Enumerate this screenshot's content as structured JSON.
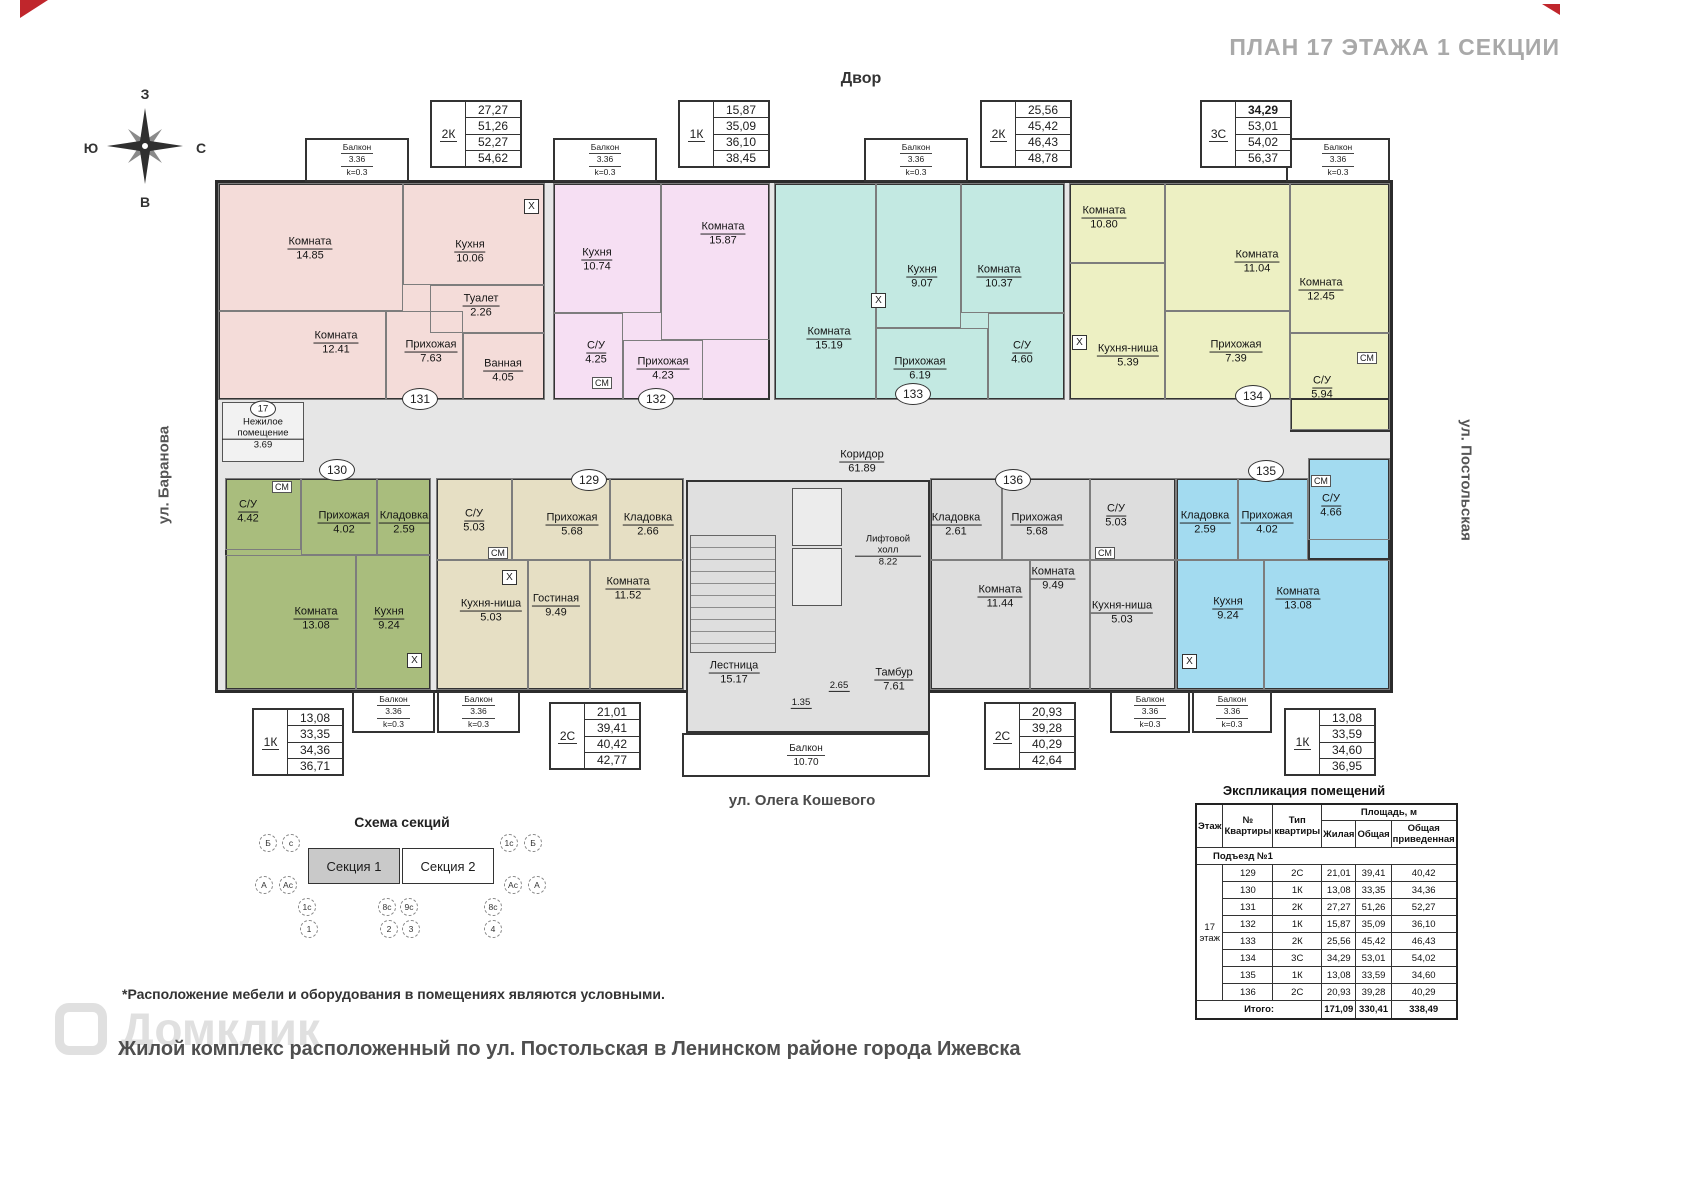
{
  "page": {
    "title": "ПЛАН 17 ЭТАЖА 1 СЕКЦИИ",
    "footnote": "*Расположение мебели и оборудования в помещениях являются условными.",
    "footer": "Жилой комплекс расположенный по ул. Постольская в Ленинском районе города Ижевска",
    "watermark": "Домклик"
  },
  "surroundings": {
    "top": "Двор",
    "left": "ул. Баранова",
    "right": "ул. Постольская",
    "bottom": "ул. Олега Кошевого"
  },
  "compass": {
    "top": "З",
    "left": "Ю",
    "right": "С",
    "bottom": "В"
  },
  "balcony": {
    "name": "Балкон",
    "area": "3.36",
    "k": "k=0.3"
  },
  "central_balcony": {
    "name": "Балкон",
    "area": "10.70"
  },
  "common": {
    "color": "#e6e6e6",
    "nonresidential": {
      "name": "Нежилое помещение",
      "area": "3.69",
      "badge": "17"
    },
    "corridor": {
      "name": "Коридор",
      "area": "61.89"
    },
    "elevator_hall": {
      "name": "Лифтовой холл",
      "area": "8.22"
    },
    "stairs": {
      "name": "Лестница",
      "area": "15.17"
    },
    "tambour": {
      "name": "Тамбур",
      "area": "7.61"
    },
    "small_area_1": "2.65",
    "small_area_2": "1.35",
    "appliance_mark": "СМ",
    "vent_mark": "X"
  },
  "apartments": [
    {
      "number": "131",
      "type": "2К",
      "color": "#f4dcd9",
      "info": [
        "27,27",
        "51,26",
        "52,27",
        "54,62"
      ],
      "rooms": [
        {
          "name": "Комната",
          "area": "14.85"
        },
        {
          "name": "Кухня",
          "area": "10.06"
        },
        {
          "name": "Туалет",
          "area": "2.26"
        },
        {
          "name": "Комната",
          "area": "12.41"
        },
        {
          "name": "Прихожая",
          "area": "7.63"
        },
        {
          "name": "Ванная",
          "area": "4.05"
        }
      ]
    },
    {
      "number": "132",
      "type": "1К",
      "color": "#f6dff3",
      "info": [
        "15,87",
        "35,09",
        "36,10",
        "38,45"
      ],
      "rooms": [
        {
          "name": "Кухня",
          "area": "10.74"
        },
        {
          "name": "Комната",
          "area": "15.87"
        },
        {
          "name": "С/У",
          "area": "4.25"
        },
        {
          "name": "Прихожая",
          "area": "4.23"
        }
      ]
    },
    {
      "number": "133",
      "type": "2К",
      "color": "#c3e9e2",
      "info": [
        "25,56",
        "45,42",
        "46,43",
        "48,78"
      ],
      "rooms": [
        {
          "name": "Комната",
          "area": "15.19"
        },
        {
          "name": "Кухня",
          "area": "9.07"
        },
        {
          "name": "Комната",
          "area": "10.37"
        },
        {
          "name": "Прихожая",
          "area": "6.19"
        },
        {
          "name": "С/У",
          "area": "4.60"
        }
      ]
    },
    {
      "number": "134",
      "type": "3С",
      "color": "#edf0c3",
      "info": [
        "34,29",
        "53,01",
        "54,02",
        "56,37"
      ],
      "rooms": [
        {
          "name": "Комната",
          "area": "10.80"
        },
        {
          "name": "Комната",
          "area": "11.04"
        },
        {
          "name": "Комната",
          "area": "12.45"
        },
        {
          "name": "Кухня-ниша",
          "area": "5.39"
        },
        {
          "name": "Прихожая",
          "area": "7.39"
        },
        {
          "name": "С/У",
          "area": "5.94"
        }
      ]
    },
    {
      "number": "130",
      "type": "1К",
      "color": "#a9bd7d",
      "info": [
        "13,08",
        "33,35",
        "34,36",
        "36,71"
      ],
      "rooms": [
        {
          "name": "С/У",
          "area": "4.42"
        },
        {
          "name": "Прихожая",
          "area": "4.02"
        },
        {
          "name": "Кладовка",
          "area": "2.59"
        },
        {
          "name": "Комната",
          "area": "13.08"
        },
        {
          "name": "Кухня",
          "area": "9.24"
        }
      ]
    },
    {
      "number": "129",
      "type": "2С",
      "color": "#e6dfc4",
      "info": [
        "21,01",
        "39,41",
        "40,42",
        "42,77"
      ],
      "rooms": [
        {
          "name": "С/У",
          "area": "5.03"
        },
        {
          "name": "Прихожая",
          "area": "5.68"
        },
        {
          "name": "Кладовка",
          "area": "2.66"
        },
        {
          "name": "Кухня-ниша",
          "area": "5.03"
        },
        {
          "name": "Гостиная",
          "area": "9.49"
        },
        {
          "name": "Комната",
          "area": "11.52"
        }
      ]
    },
    {
      "number": "136",
      "type": "2С",
      "color": "#dddddd",
      "info": [
        "20,93",
        "39,28",
        "40,29",
        "42,64"
      ],
      "rooms": [
        {
          "name": "Кладовка",
          "area": "2.61"
        },
        {
          "name": "Прихожая",
          "area": "5.68"
        },
        {
          "name": "С/У",
          "area": "5.03"
        },
        {
          "name": "Комната",
          "area": "11.44"
        },
        {
          "name": "Комната",
          "area": "9.49"
        },
        {
          "name": "Кухня-ниша",
          "area": "5.03"
        }
      ]
    },
    {
      "number": "135",
      "type": "1К",
      "color": "#a3dbf0",
      "info": [
        "13,08",
        "33,59",
        "34,60",
        "36,95"
      ],
      "rooms": [
        {
          "name": "Кладовка",
          "area": "2.59"
        },
        {
          "name": "Прихожая",
          "area": "4.02"
        },
        {
          "name": "С/У",
          "area": "4.66"
        },
        {
          "name": "Кухня",
          "area": "9.24"
        },
        {
          "name": "Комната",
          "area": "13.08"
        }
      ]
    }
  ],
  "schema": {
    "title": "Схема секций",
    "section1": "Секция 1",
    "section2": "Секция 2",
    "markers": [
      "Б",
      "с",
      "А",
      "Ас",
      "1с",
      "1",
      "8с",
      "9с",
      "2",
      "3",
      "1с",
      "Б",
      "Ас",
      "А",
      "8с",
      "4"
    ]
  },
  "explication": {
    "title": "Экспликация помещений",
    "col_floor": "Этаж",
    "col_number": "№ Квартиры",
    "col_type": "Тип квартиры",
    "col_area_group": "Площадь, м",
    "col_living": "Жилая",
    "col_total": "Общая",
    "col_reduced": "Общая приведенная",
    "entrance": "Подъезд №1",
    "floor_label": "17 этаж",
    "rows": [
      [
        "129",
        "2С",
        "21,01",
        "39,41",
        "40,42"
      ],
      [
        "130",
        "1К",
        "13,08",
        "33,35",
        "34,36"
      ],
      [
        "131",
        "2К",
        "27,27",
        "51,26",
        "52,27"
      ],
      [
        "132",
        "1К",
        "15,87",
        "35,09",
        "36,10"
      ],
      [
        "133",
        "2К",
        "25,56",
        "45,42",
        "46,43"
      ],
      [
        "134",
        "3С",
        "34,29",
        "53,01",
        "54,02"
      ],
      [
        "135",
        "1К",
        "13,08",
        "33,59",
        "34,60"
      ],
      [
        "136",
        "2С",
        "20,93",
        "39,28",
        "40,29"
      ]
    ],
    "total_label": "Итого:",
    "totals": [
      "171,09",
      "330,41",
      "338,49"
    ]
  }
}
